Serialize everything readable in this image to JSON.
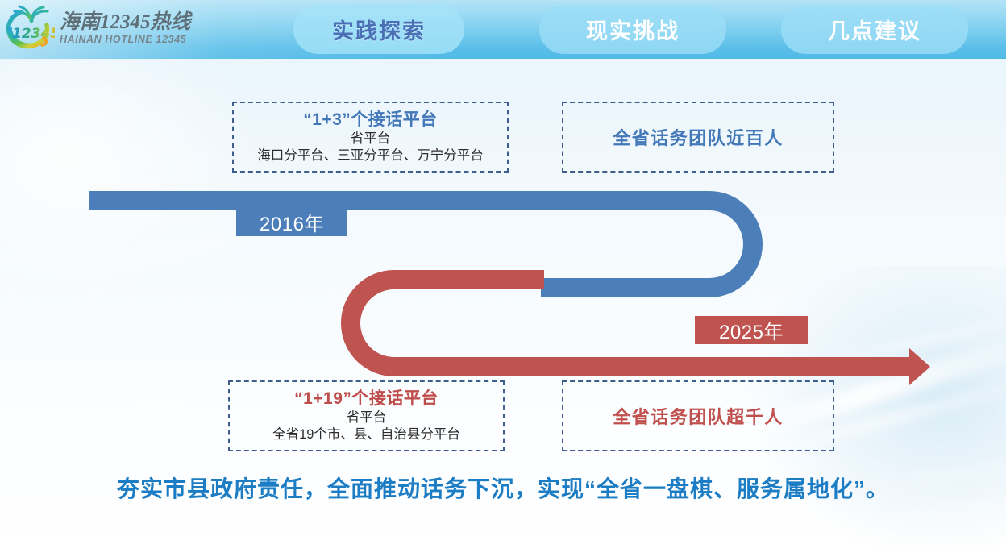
{
  "header": {
    "logo": {
      "cn_name": "海南12345热线",
      "en_name": "HAINAN HOTLINE 12345",
      "mark_digits": "12345"
    },
    "tabs": [
      {
        "label": "实践探索",
        "active": true
      },
      {
        "label": "现实挑战",
        "active": false
      },
      {
        "label": "几点建议",
        "active": false
      }
    ]
  },
  "callouts": {
    "top_left": {
      "title": "“1+3”个接话平台",
      "sub_line1": "省平台",
      "sub_line2": "海口分平台、三亚分平台、万宁分平台"
    },
    "top_right": {
      "text": "全省话务团队近百人"
    },
    "bottom_left": {
      "title": "“1+19”个接话平台",
      "sub_line1": "省平台",
      "sub_line2": "全省19个市、县、自治县分平台"
    },
    "bottom_right": {
      "text": "全省话务团队超千人"
    }
  },
  "timeline": {
    "start_year_label": "2016年",
    "end_year_label": "2025年",
    "blue_color": "#4c7fba",
    "red_color": "#bf5350"
  },
  "caption": {
    "text": "夯实市县政府责任，全面推动话务下沉，实现“全省一盘棋、服务属地化”。"
  },
  "colors": {
    "header_gradient_top": "#b4e3f6",
    "header_gradient_bottom": "#4fbae7",
    "active_tab_text": "#4a6fb5",
    "inactive_tab_text": "#ffffff",
    "callout_border": "#3f5d8f",
    "caption_text": "#1c7cc4"
  }
}
